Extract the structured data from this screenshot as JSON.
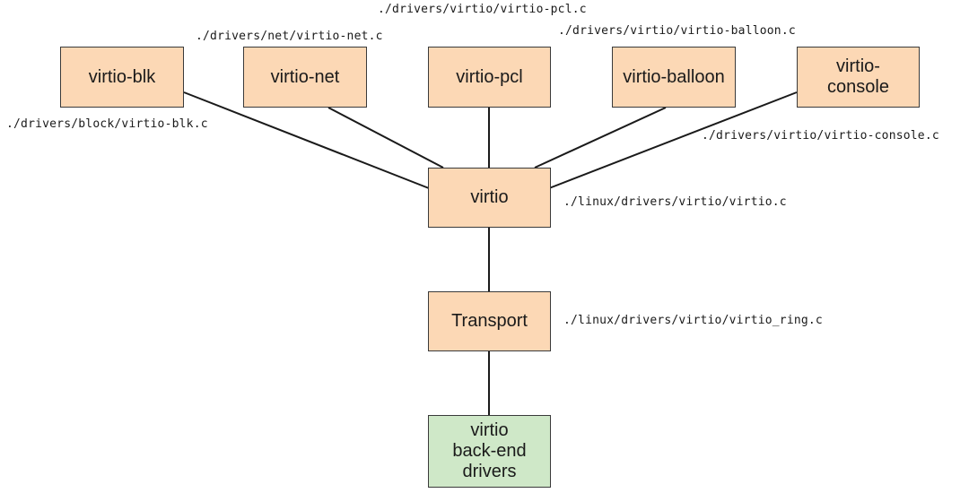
{
  "nodes": {
    "virtio_blk": "virtio-blk",
    "virtio_net": "virtio-net",
    "virtio_pci": "virtio-pcl",
    "virtio_balloon": "virtio-balloon",
    "virtio_console": "virtio-\nconsole",
    "virtio": "virtio",
    "transport": "Transport",
    "backend": "virtio\nback-end\ndrivers"
  },
  "paths": {
    "virtio_blk": "./drivers/block/virtio-blk.c",
    "virtio_net": "./drivers/net/virtio-net.c",
    "virtio_pci": "./drivers/virtio/virtio-pcl.c",
    "virtio_balloon": "./drivers/virtio/virtio-balloon.c",
    "virtio_console": "./drivers/virtio/virtio-console.c",
    "virtio": "./linux/drivers/virtio/virtio.c",
    "transport": "./linux/drivers/virtio/virtio_ring.c"
  },
  "colors": {
    "driver_fill": "#fcd8b5",
    "backend_fill": "#cfe8c8",
    "line": "#1a1a1a"
  }
}
